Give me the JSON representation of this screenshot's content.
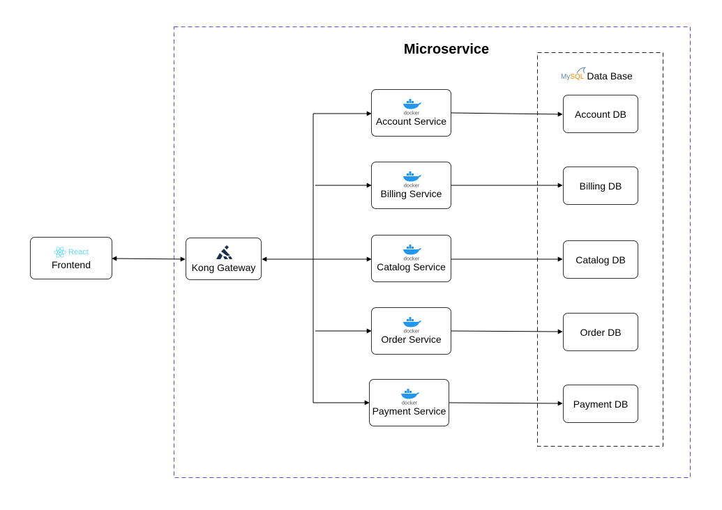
{
  "title": "Microservice",
  "frontend": {
    "label": "Frontend",
    "logo_text": "React"
  },
  "gateway": {
    "label": "Kong Gateway"
  },
  "services": [
    {
      "label": "Account Service",
      "logo_text": "docker"
    },
    {
      "label": "Billing Service",
      "logo_text": "docker"
    },
    {
      "label": "Catalog Service",
      "logo_text": "docker"
    },
    {
      "label": "Order Service",
      "logo_text": "docker"
    },
    {
      "label": "Payment Service",
      "logo_text": "docker"
    }
  ],
  "database": {
    "header": "Data Base",
    "logo_text_my": "My",
    "logo_text_sql": "SQL",
    "items": [
      "Account DB",
      "Billing DB",
      "Catalog DB",
      "Order DB",
      "Payment DB"
    ]
  },
  "colors": {
    "microservice_border": "#5b4fe0",
    "database_border": "#222222",
    "react": "#61dafb",
    "docker": "#2496ed",
    "kong": "#1a2f4b"
  },
  "icons": {
    "frontend": "react-icon",
    "gateway": "kong-icon",
    "service": "docker-icon",
    "database": "mysql-icon"
  }
}
